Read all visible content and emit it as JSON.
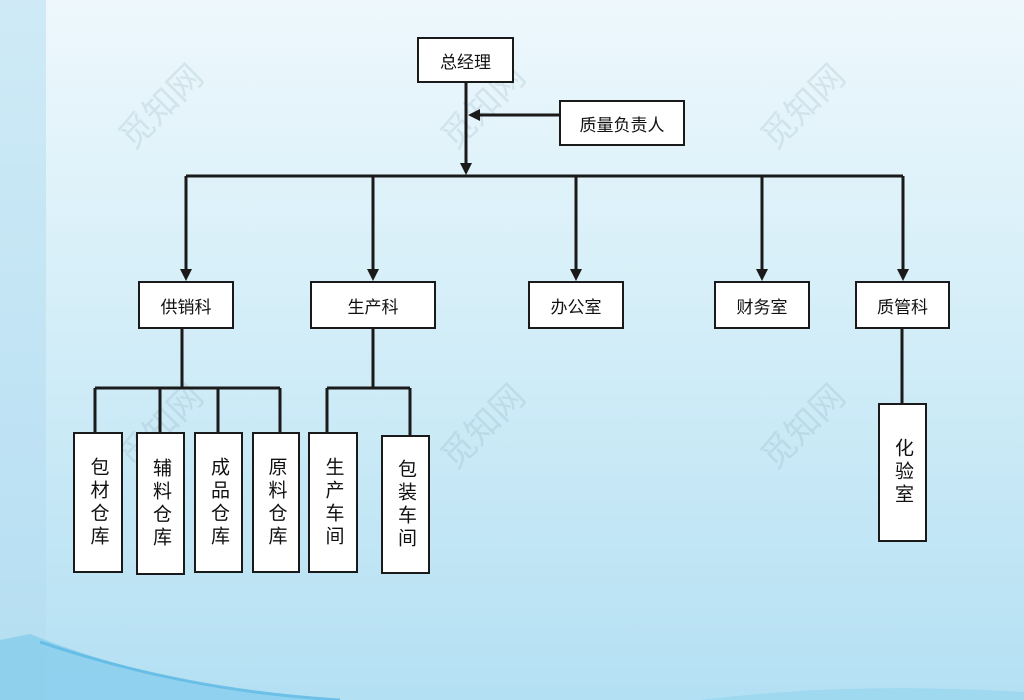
{
  "diagram": {
    "top": {
      "label": "总经理"
    },
    "advisor": {
      "label": "质量负责人"
    },
    "departments": [
      {
        "label": "供销科"
      },
      {
        "label": "生产科"
      },
      {
        "label": "办公室"
      },
      {
        "label": "财务室"
      },
      {
        "label": "质管科"
      }
    ],
    "sub_units": [
      {
        "label": "包材仓库"
      },
      {
        "label": "辅料仓库"
      },
      {
        "label": "成品仓库"
      },
      {
        "label": "原料仓库"
      },
      {
        "label": "生产车间"
      },
      {
        "label": "包装车间"
      },
      {
        "label": "化验室"
      }
    ]
  },
  "watermark": {
    "text": "觅知网"
  },
  "colors": {
    "line": "#1a1a1a",
    "box_fill": "#ffffff",
    "background_top": "#eef8fc",
    "background_bottom": "#b4e0f3"
  }
}
